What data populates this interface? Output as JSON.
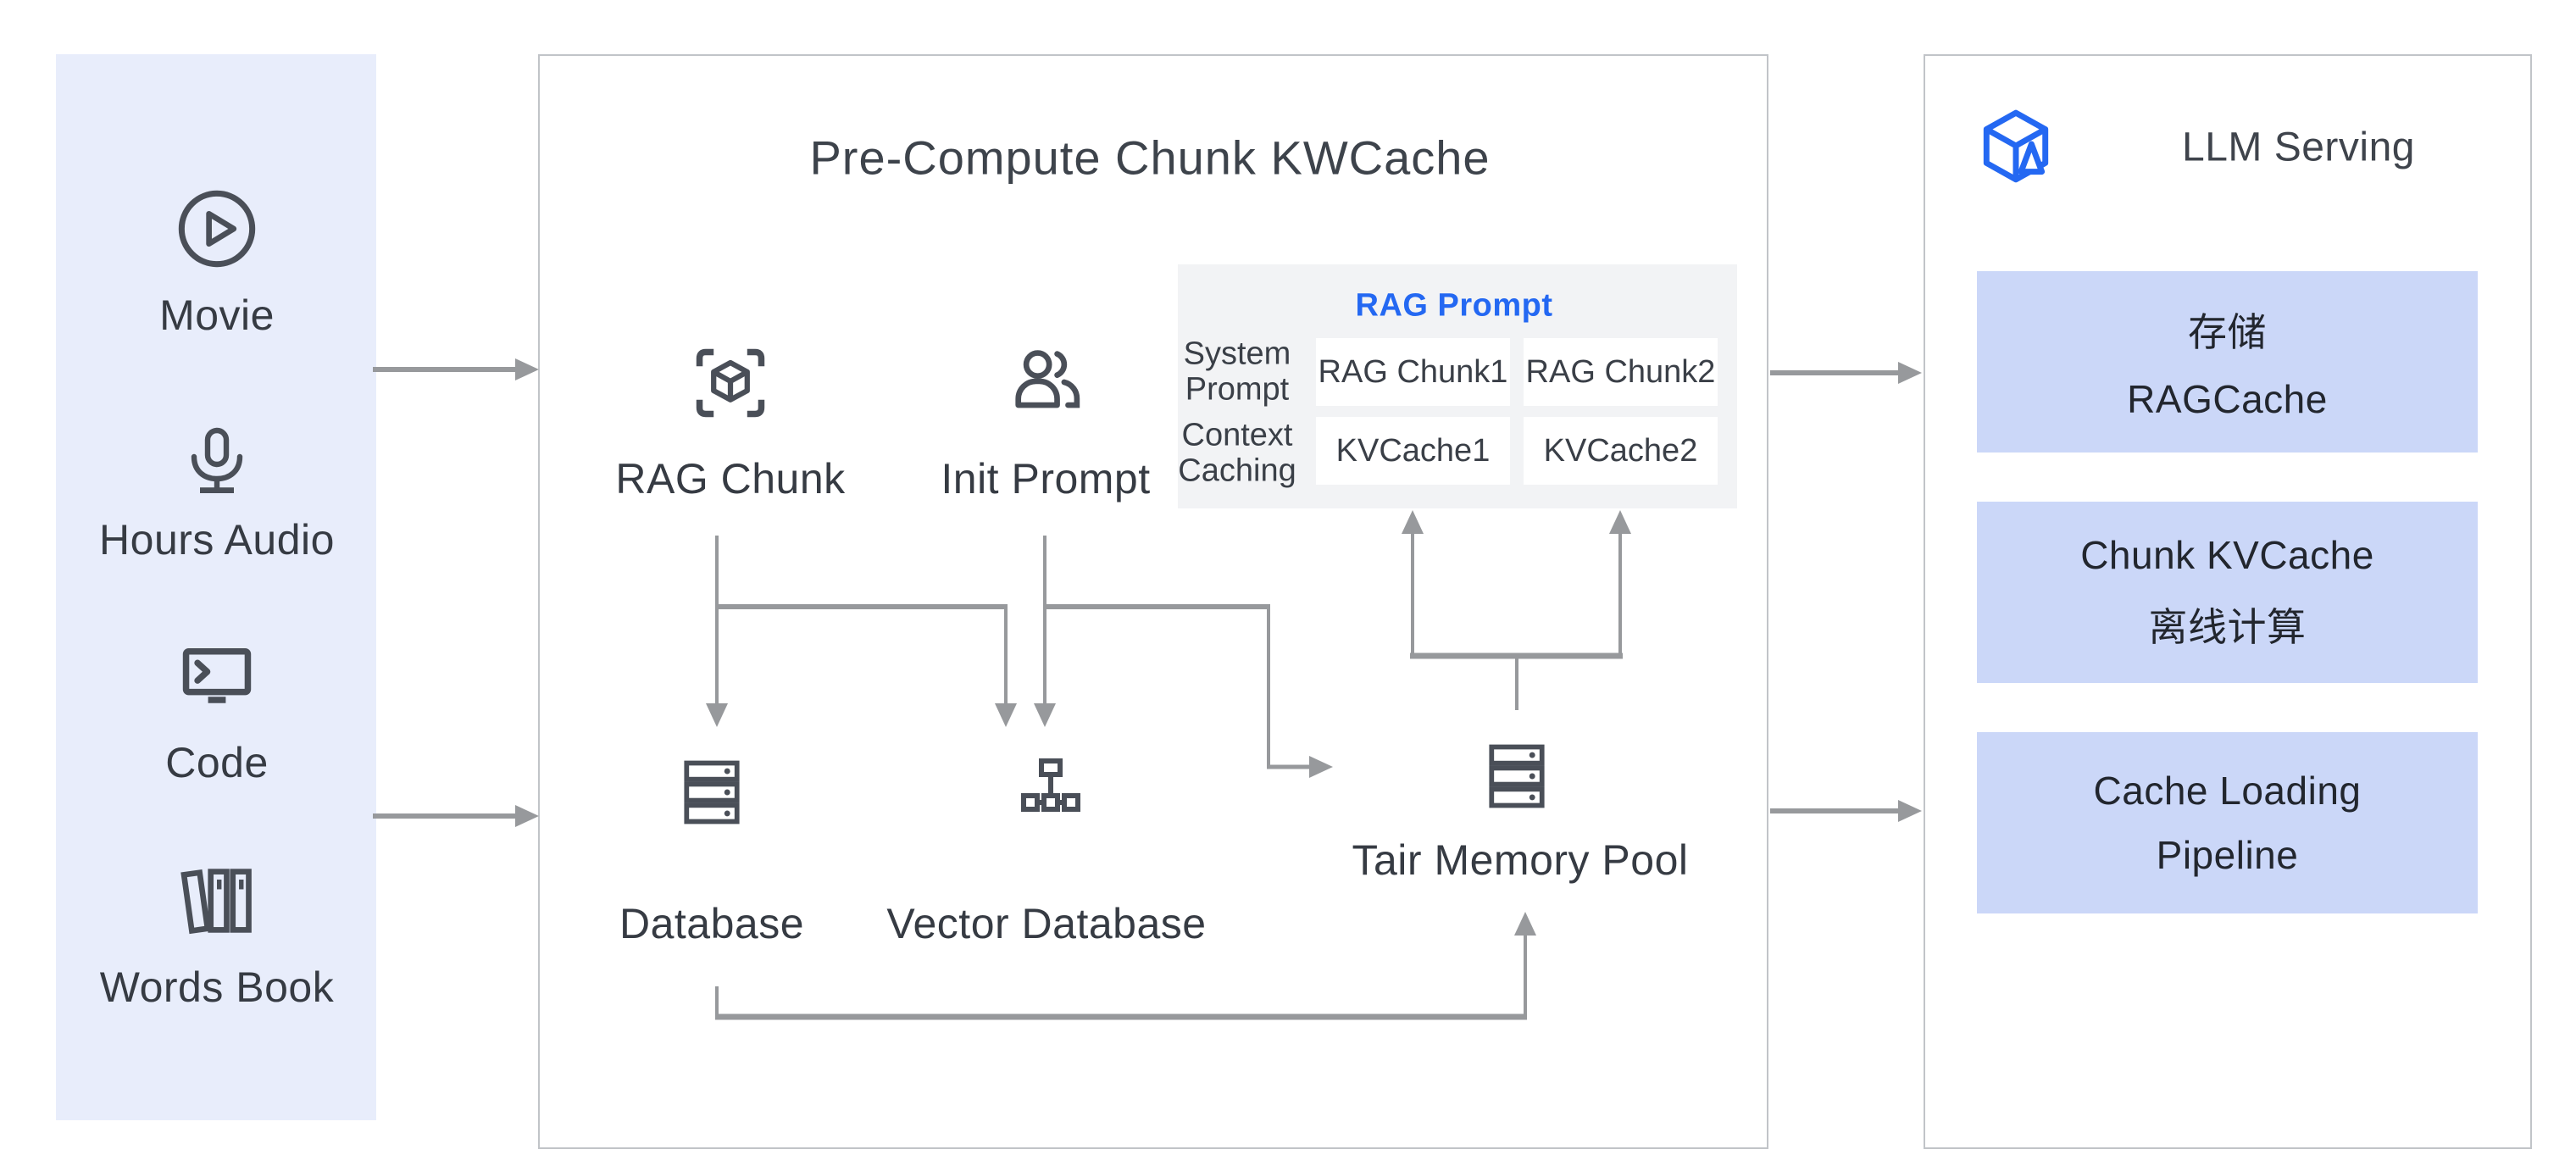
{
  "sidebar": {
    "items": [
      {
        "icon": "play-circle-icon",
        "label": "Movie"
      },
      {
        "icon": "microphone-icon",
        "label": "Hours Audio"
      },
      {
        "icon": "code-display-icon",
        "label": "Code"
      },
      {
        "icon": "books-icon",
        "label": "Words Book"
      }
    ]
  },
  "precompute": {
    "title": "Pre-Compute Chunk KWCache",
    "rag_chunk_label": "RAG Chunk",
    "init_prompt_label": "Init Prompt",
    "database_label": "Database",
    "vector_database_label": "Vector Database",
    "tair_label": "Tair Memory Pool",
    "rag_prompt": {
      "title": "RAG Prompt",
      "rows": [
        {
          "label_lines": [
            "System",
            "Prompt"
          ],
          "cells": [
            "RAG Chunk1",
            "RAG Chunk2"
          ]
        },
        {
          "label_lines": [
            "Context",
            "Caching"
          ],
          "cells": [
            "KVCache1",
            "KVCache2"
          ]
        }
      ]
    }
  },
  "llm_serving": {
    "title": "LLM Serving",
    "boxes": [
      {
        "lines": [
          "存储",
          "RAGCache"
        ]
      },
      {
        "lines": [
          "Chunk KVCache",
          "离线计算"
        ]
      },
      {
        "lines": [
          "Cache Loading",
          "Pipeline"
        ]
      }
    ]
  },
  "colors": {
    "sidebar_bg": "#E8EDFB",
    "panel_border": "#C1C4C8",
    "arrow_gray": "#97999C",
    "icon_dark": "#4A4F58",
    "text_dark": "#363B43",
    "accent_blue": "#2468F2",
    "rag_prompt_bg": "#F2F3F5",
    "serving_box_bg": "#CBD7F8"
  }
}
